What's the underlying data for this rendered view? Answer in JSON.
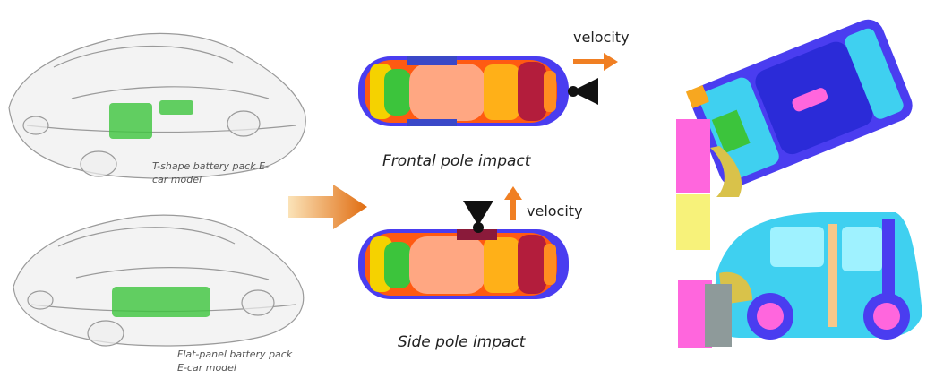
{
  "left_panel": {
    "top_model_caption": "T-shape battery pack E-car model",
    "bottom_model_caption": "Flat-panel battery pack E-car model"
  },
  "center_panel": {
    "frontal_caption": "Frontal pole impact",
    "side_caption": "Side pole impact",
    "velocity_label_frontal": "velocity",
    "velocity_label_side": "velocity"
  },
  "colors": {
    "flow_arrow": "#e67a1e",
    "velocity_arrow": "#f07f23",
    "pole": "#111111",
    "battery_green": "#3cc43c",
    "barrier_magenta": "#ff66dd",
    "barrier_yellow": "#f7f27a",
    "car_blue": "#4a3df0"
  },
  "icons": {
    "pole": "triangle-pole-icon",
    "flow": "right-arrow-icon"
  }
}
